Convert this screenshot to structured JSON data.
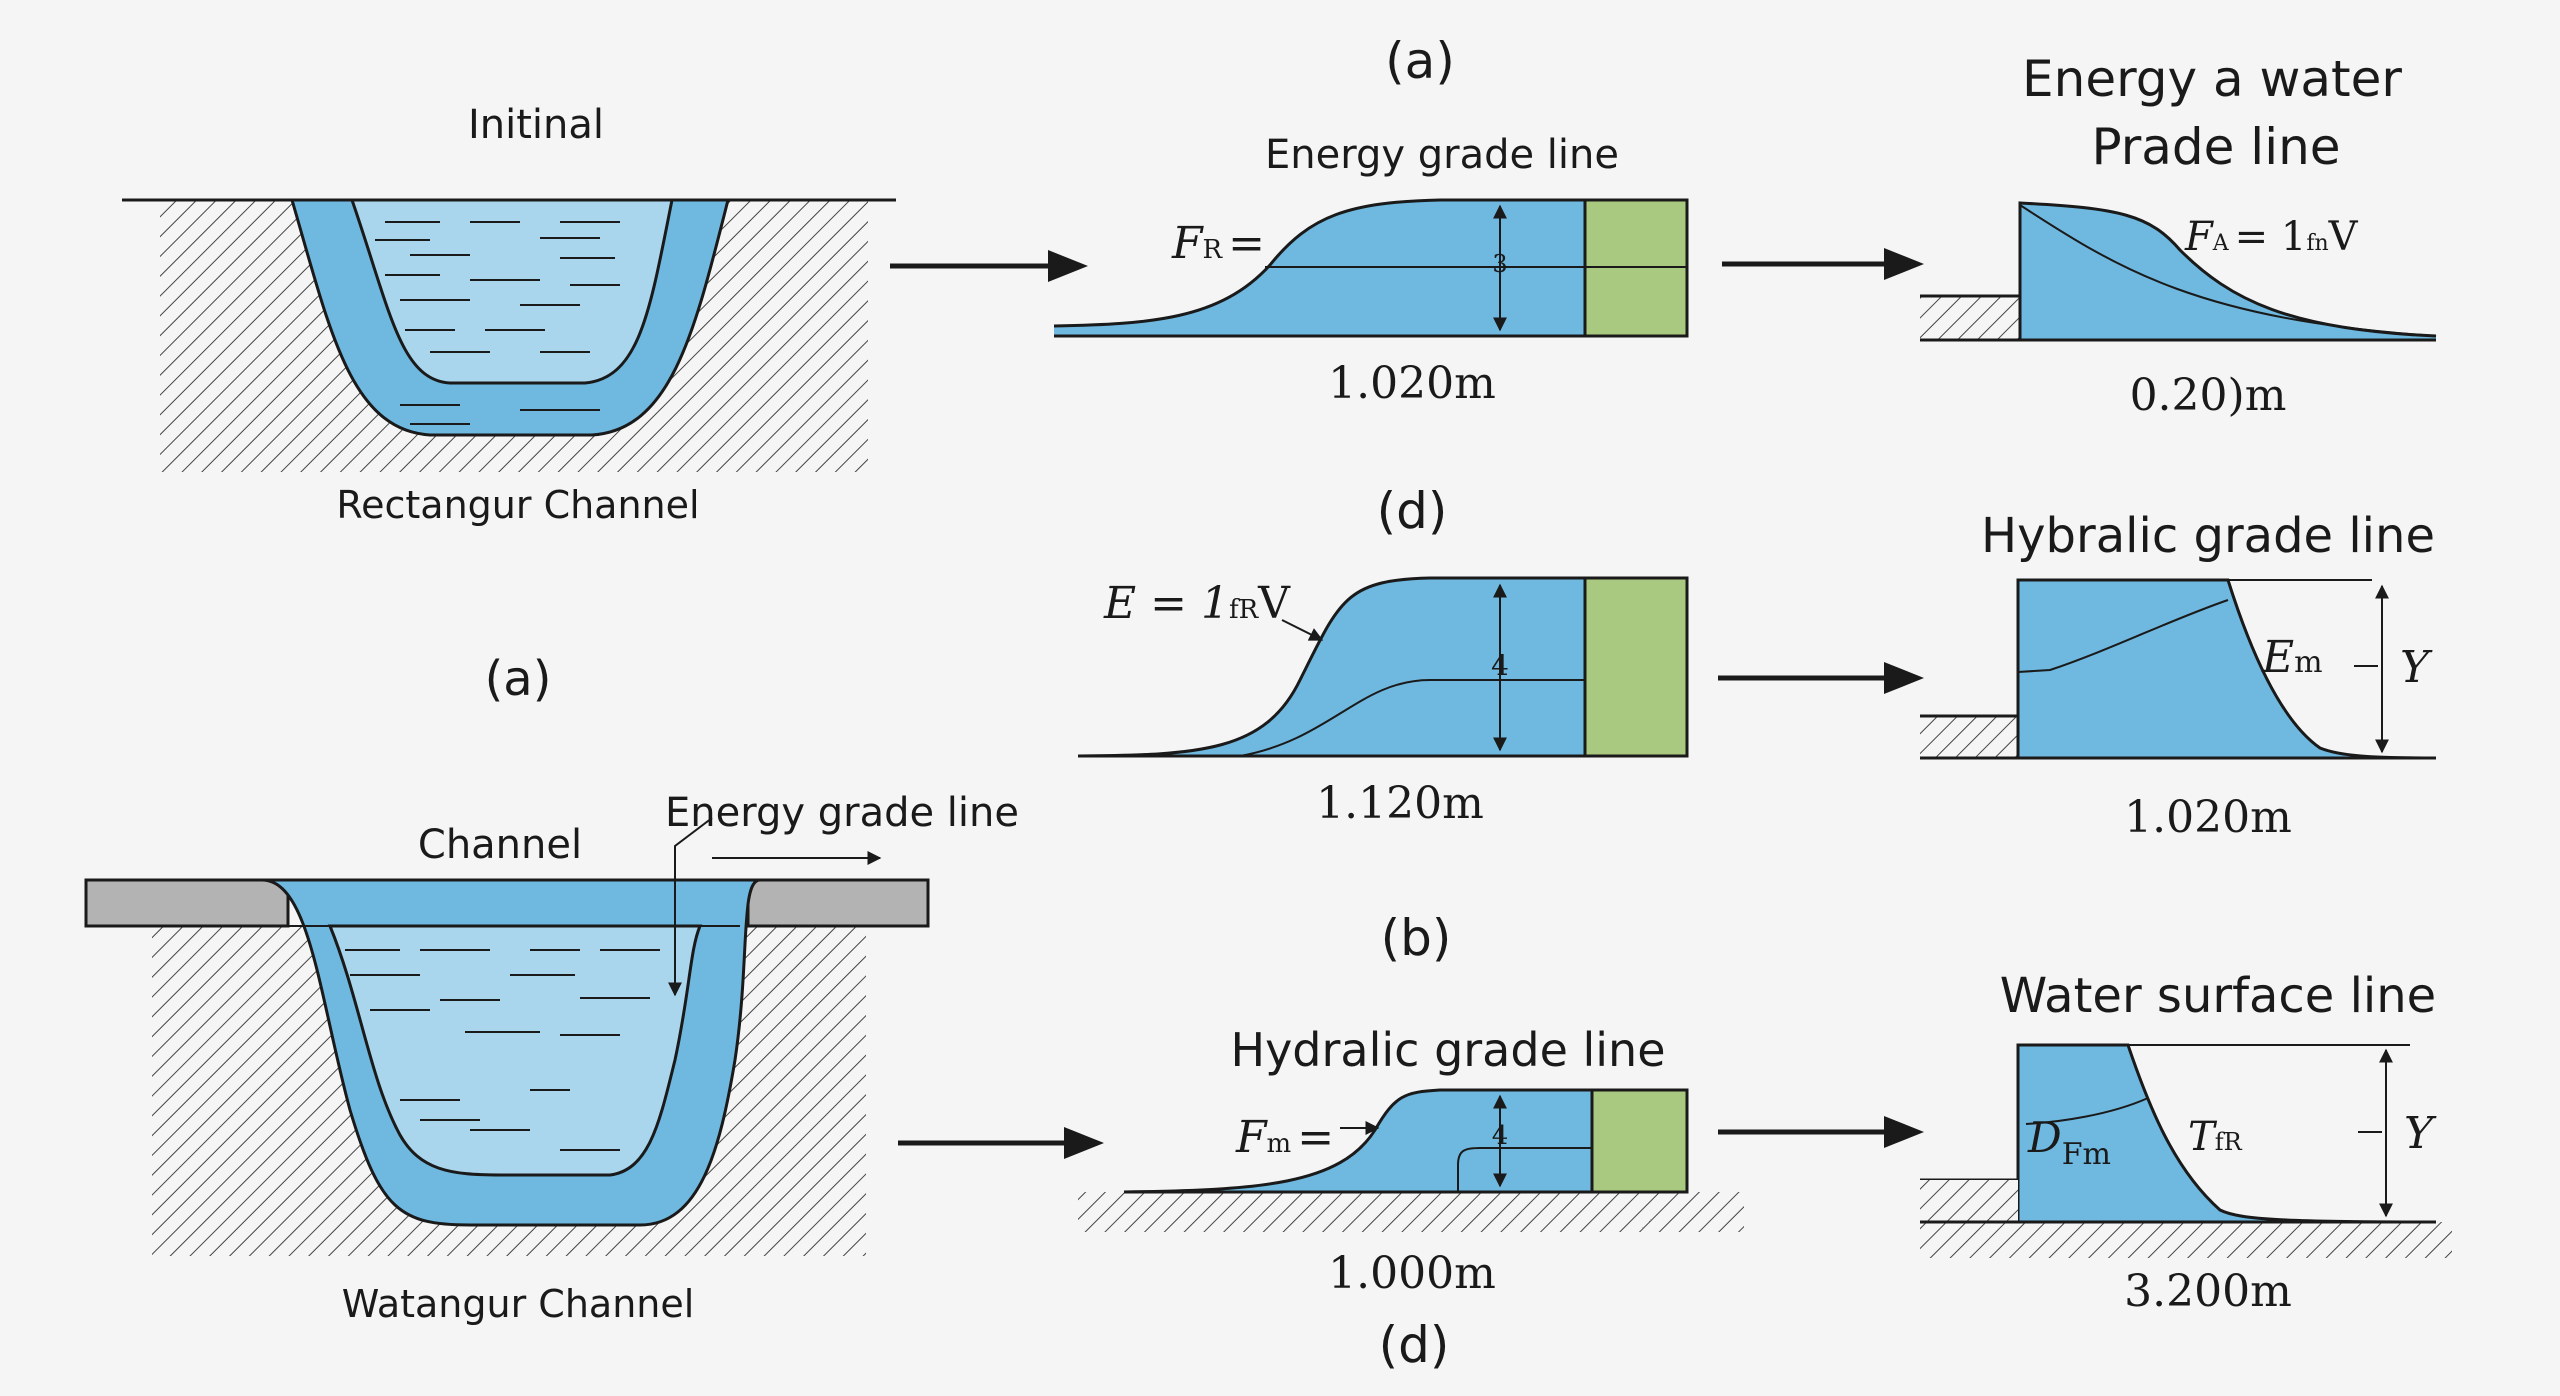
{
  "colors": {
    "water_dark": "#6fb8df",
    "water_light": "#a9d6ec",
    "green": "#a8c97f",
    "outline": "#1a1a1a",
    "hatch": "#444444",
    "plank": "#b3b3b3",
    "background": "#f4f5f4"
  },
  "left": {
    "top_title": "Initinal",
    "top_caption": "Rectangur Channel",
    "mid_label": "(a)",
    "bottom_title": "Channel",
    "bottom_egl_label": "Energy grade line",
    "bottom_caption": "Watangur Channel"
  },
  "middle": {
    "row1": {
      "panel_label": "(a)",
      "title": "Energy grade line",
      "eq_label": "F",
      "eq_sub": "R",
      "eq_rest": "=",
      "marker": "3",
      "caption": "1.020m"
    },
    "row2": {
      "panel_label": "(d)",
      "eq_label": "E = 1",
      "eq_sub": "fR",
      "eq_rest": "V",
      "marker": "4",
      "caption": "1.120m"
    },
    "row3": {
      "panel_label": "(b)",
      "title": "Hydralic grade line",
      "eq_label": "F",
      "eq_sub": "m",
      "eq_rest": "=",
      "marker": "4",
      "caption": "1.000m",
      "bottom_label": "(d)"
    }
  },
  "right": {
    "row1": {
      "title_line1": "Energy a water",
      "title_line2": "Prade line",
      "eq_label": "F",
      "eq_sub": "A",
      "eq_rest": "= 1",
      "eq_sub2": "fn",
      "eq_tail": "V",
      "caption": "0.20)m"
    },
    "row2": {
      "title": "Hybralic grade line",
      "e_label": "E",
      "e_sub": "m",
      "y_label": "Y",
      "caption": "1.020m"
    },
    "row3": {
      "title": "Water surface line",
      "d_label": "D",
      "d_sub": "Fm",
      "t_label": "T",
      "t_sub": "fR",
      "y_label": "Y",
      "caption": "3.200m"
    }
  },
  "icons": [
    "right-arrow-icon",
    "down-arrow-icon",
    "double-arrow-icon"
  ]
}
